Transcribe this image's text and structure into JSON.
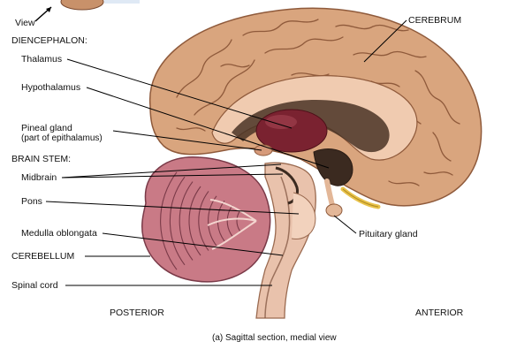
{
  "labels": {
    "view": "View",
    "diencephalon": "DIENCEPHALON:",
    "thalamus": "Thalamus",
    "hypothalamus": "Hypothalamus",
    "pineal_line1": "Pineal gland",
    "pineal_line2": "(part of epithalamus)",
    "brain_stem": "BRAIN STEM:",
    "midbrain": "Midbrain",
    "pons": "Pons",
    "medulla": "Medulla oblongata",
    "cerebellum": "CEREBELLUM",
    "spinal_cord": "Spinal cord",
    "cerebrum": "CEREBRUM",
    "pituitary": "Pituitary gland",
    "posterior": "POSTERIOR",
    "anterior": "ANTERIOR",
    "caption": "(a) Sagittal section, medial view"
  },
  "colors": {
    "cerebrum": "#d9a57e",
    "gyri_line": "#8f5a3b",
    "cerebellum": "#c97a86",
    "brainstem": "#e9c2ac",
    "thalamus": "#7a2230",
    "ventricle": "#4a3426",
    "pituitary_stalk": "#e3b798",
    "optic": "#e8c24a"
  }
}
